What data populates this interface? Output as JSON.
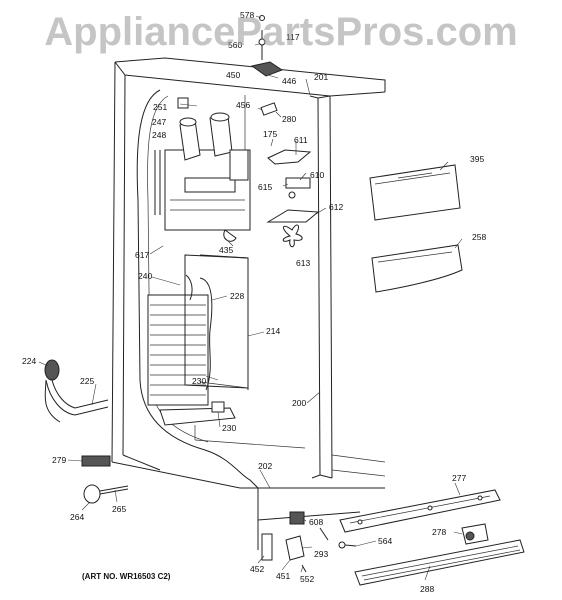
{
  "watermark": "AppliancePartsPros.com",
  "art_number": "(ART NO. WR16503 C2)",
  "callouts": [
    {
      "id": "c578",
      "label": "578"
    },
    {
      "id": "c560",
      "label": "560"
    },
    {
      "id": "c117",
      "label": "117"
    },
    {
      "id": "c450",
      "label": "450"
    },
    {
      "id": "c446",
      "label": "446"
    },
    {
      "id": "c201",
      "label": "201"
    },
    {
      "id": "c251",
      "label": "251"
    },
    {
      "id": "c456",
      "label": "456"
    },
    {
      "id": "c280",
      "label": "280"
    },
    {
      "id": "c247",
      "label": "247"
    },
    {
      "id": "c248",
      "label": "248"
    },
    {
      "id": "c175",
      "label": "175"
    },
    {
      "id": "c611",
      "label": "611"
    },
    {
      "id": "c395",
      "label": "395"
    },
    {
      "id": "c610",
      "label": "610"
    },
    {
      "id": "c615",
      "label": "615"
    },
    {
      "id": "c612",
      "label": "612"
    },
    {
      "id": "c258",
      "label": "258"
    },
    {
      "id": "c435",
      "label": "435"
    },
    {
      "id": "c613",
      "label": "613"
    },
    {
      "id": "c617",
      "label": "617"
    },
    {
      "id": "c240",
      "label": "240"
    },
    {
      "id": "c228",
      "label": "228"
    },
    {
      "id": "c214",
      "label": "214"
    },
    {
      "id": "c224",
      "label": "224"
    },
    {
      "id": "c225",
      "label": "225"
    },
    {
      "id": "c230a",
      "label": "230"
    },
    {
      "id": "c200",
      "label": "200"
    },
    {
      "id": "c230b",
      "label": "230"
    },
    {
      "id": "c279",
      "label": "279"
    },
    {
      "id": "c202",
      "label": "202"
    },
    {
      "id": "c277",
      "label": "277"
    },
    {
      "id": "c264",
      "label": "264"
    },
    {
      "id": "c265",
      "label": "265"
    },
    {
      "id": "c608",
      "label": "608"
    },
    {
      "id": "c278",
      "label": "278"
    },
    {
      "id": "c564",
      "label": "564"
    },
    {
      "id": "c293",
      "label": "293"
    },
    {
      "id": "c452",
      "label": "452"
    },
    {
      "id": "c451",
      "label": "451"
    },
    {
      "id": "c552",
      "label": "552"
    },
    {
      "id": "c288",
      "label": "288"
    }
  ]
}
